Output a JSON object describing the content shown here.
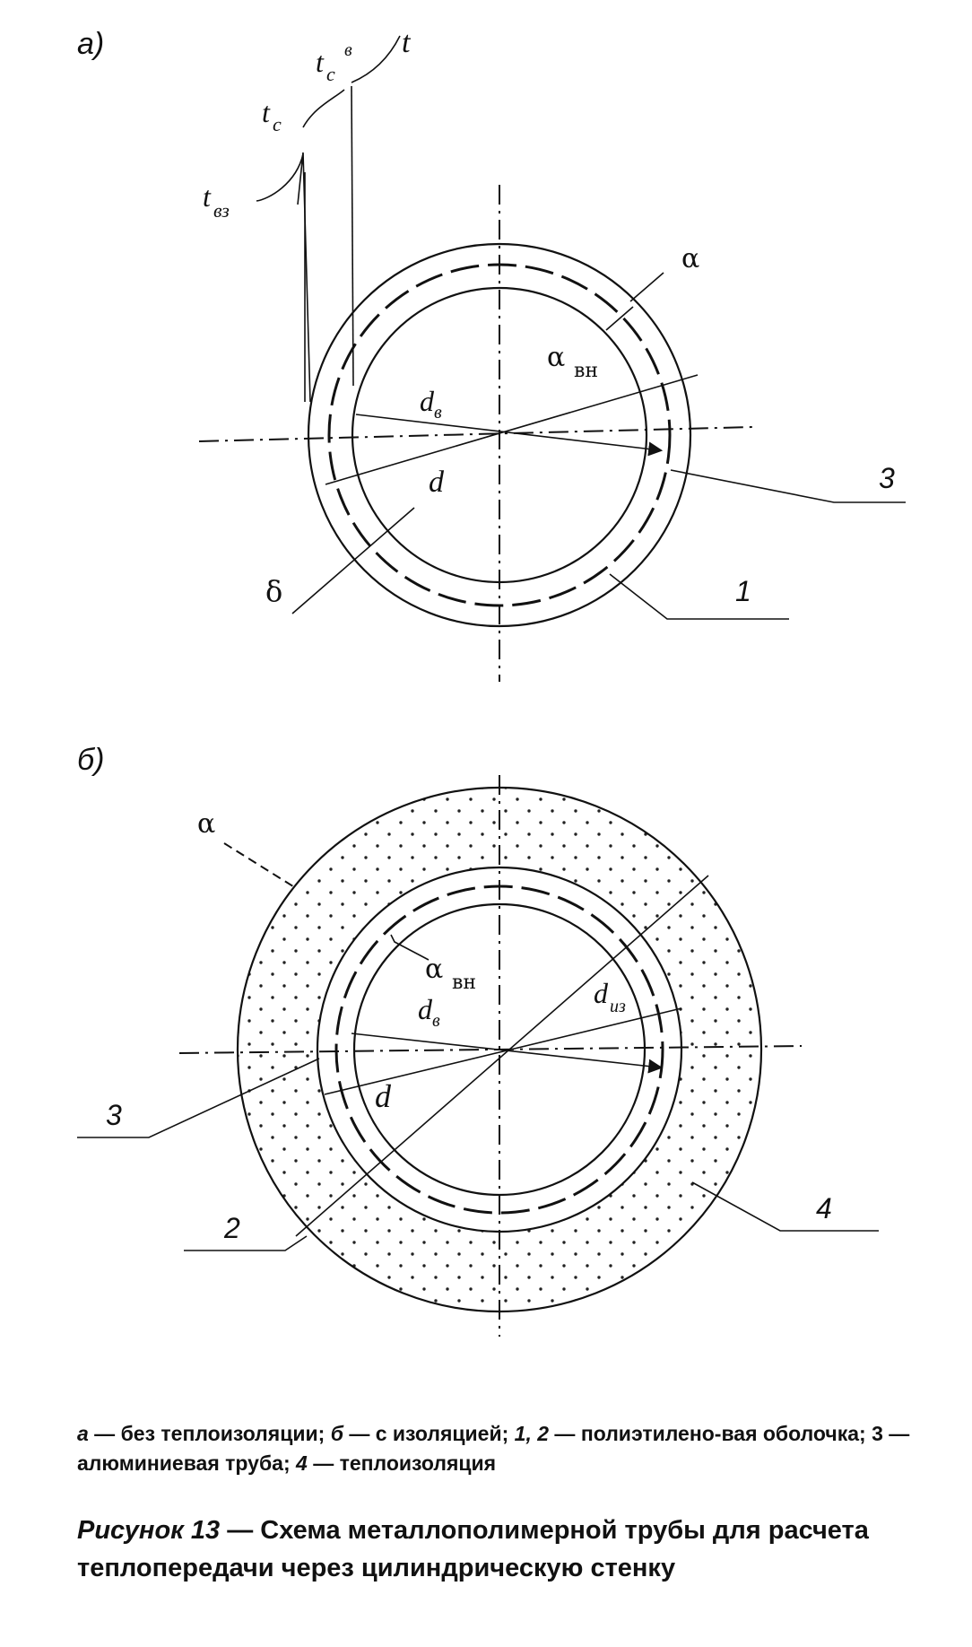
{
  "panel_a": {
    "label": "а)",
    "labels": {
      "t": "t",
      "tc_b": "t",
      "tc_b_sub": "с",
      "tc_b_sup": "в",
      "tc": "t",
      "tc_sub": "с",
      "tvz": "t",
      "tvz_sub": "вз",
      "alpha": "α",
      "alpha_vn": "α",
      "alpha_vn_sub": "вн",
      "d_v": "d",
      "d_v_sub": "в",
      "d": "d",
      "delta": "δ",
      "n1": "1",
      "n3": "3"
    }
  },
  "panel_b": {
    "label": "б)",
    "labels": {
      "alpha": "α",
      "alpha_vn": "α",
      "alpha_vn_sub": "вн",
      "d_v": "d",
      "d_v_sub": "в",
      "d_iz": "d",
      "d_iz_sub": "из",
      "d": "d",
      "n2": "2",
      "n3": "3",
      "n4": "4"
    }
  },
  "legend": {
    "a_key": "а",
    "a_text": " — без теплоизоляции; ",
    "b_key": "б",
    "b_text": " — с изоляцией; ",
    "n12_key": "1, 2",
    "n12_text": " — полиэтилено-вая оболочка; 3 — алюминиевая труба; ",
    "n4_key": "4",
    "n4_text": " — теплоизоляция"
  },
  "caption": {
    "fig_no": "Рисунок 13",
    "text": " — Схема металлополимерной трубы для расчета теплопередачи через цилиндрическую стенку"
  }
}
